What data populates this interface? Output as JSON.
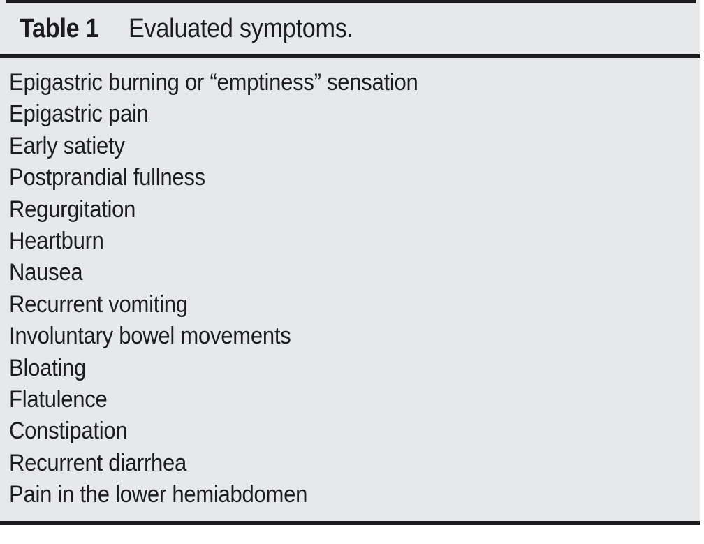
{
  "table": {
    "label": "Table 1",
    "caption": "Evaluated symptoms.",
    "symptoms": [
      "Epigastric burning or “emptiness” sensation",
      "Epigastric pain",
      "Early satiety",
      "Postprandial fullness",
      "Regurgitation",
      "Heartburn",
      "Nausea",
      "Recurrent vomiting",
      "Involuntary bowel movements",
      "Bloating",
      "Flatulence",
      "Constipation",
      "Recurrent diarrhea",
      "Pain in the lower hemiabdomen"
    ]
  },
  "colors": {
    "panel_background": "#e7e8ea",
    "rule": "#1b1b1d",
    "text": "#1d1d1f",
    "page_background": "#ffffff"
  }
}
